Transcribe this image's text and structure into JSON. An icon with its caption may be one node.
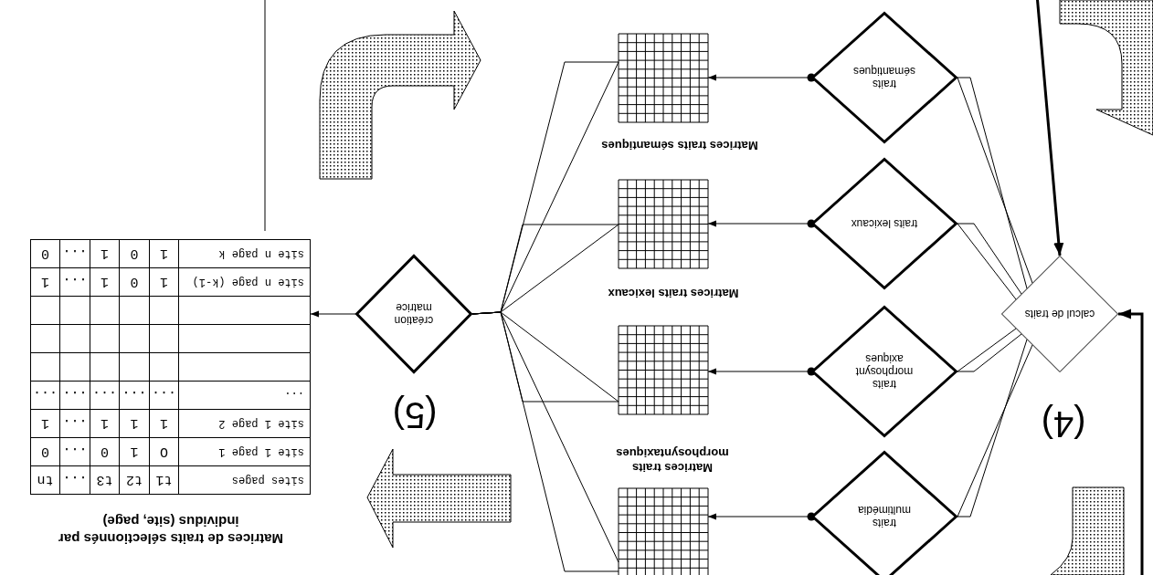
{
  "diagram": {
    "nodes": [
      {
        "text": [
          "calcul de traits"
        ]
      },
      {
        "text": [
          "traits multimédia"
        ]
      },
      {
        "text": [
          "traits morphosynt axiques"
        ]
      },
      {
        "text": [
          "traits lexicaux"
        ]
      },
      {
        "text": [
          "traits sémantiques"
        ]
      },
      {
        "text": [],
        "shape": "box"
      },
      {
        "text": [],
        "shape": "box"
      },
      {
        "text": [],
        "shape": "box"
      },
      {
        "text": [],
        "shape": "box"
      },
      {
        "text": [
          "création matrice"
        ]
      },
      {
        "text": [
          "Matrices de traits sélectionnés par individus (site, page)"
        ]
      }
    ],
    "edges": [
      {
        "from": 0,
        "to": 1,
        "arrow": "none"
      },
      {
        "from": 0,
        "to": 1,
        "arrow": "none"
      },
      {
        "from": 0,
        "to": 2,
        "arrow": "none"
      },
      {
        "from": 0,
        "to": 2,
        "arrow": "none"
      },
      {
        "from": 0,
        "to": 3,
        "arrow": "none"
      },
      {
        "from": 0,
        "to": 3,
        "arrow": "none"
      },
      {
        "from": 0,
        "to": 4,
        "arrow": "none"
      },
      {
        "from": 0,
        "to": 4,
        "arrow": "none"
      },
      {
        "from": 1,
        "to": 8,
        "arrow": "to"
      },
      {
        "from": 2,
        "to": 7,
        "arrow": "to"
      },
      {
        "from": 3,
        "to": 6,
        "arrow": "to"
      },
      {
        "from": 4,
        "to": 5,
        "arrow": "to"
      },
      {
        "from": 8,
        "to": 9,
        "arrow": "none"
      },
      {
        "from": 8,
        "to": 9,
        "arrow": "none"
      },
      {
        "from": 7,
        "to": 9,
        "arrow": "none"
      },
      {
        "from": 7,
        "to": 9,
        "arrow": "none"
      },
      {
        "from": 6,
        "to": 9,
        "arrow": "none"
      },
      {
        "from": 6,
        "to": 9,
        "arrow": "none"
      },
      {
        "from": 5,
        "to": 9,
        "arrow": "none"
      },
      {
        "from": 5,
        "to": 9,
        "arrow": "none"
      },
      {
        "from": 9,
        "to": 10,
        "arrow": "to"
      },
      {
        "from": null,
        "to": 0,
        "arrow": "to",
        "style": "thick"
      },
      {
        "from": null,
        "to": 0,
        "arrow": "to",
        "style": "thick"
      },
      {
        "from": 10,
        "to": null,
        "arrow": "none"
      }
    ],
    "labels": [
      "(4)",
      "Matrices traits morphosyntaxiques",
      "Matrices traits lexicaux",
      "Matrices traits sémantiques",
      "(5)",
      "sites pages",
      "t1",
      "t2",
      "t3",
      "...",
      "tn",
      "site 1 page 1",
      "O",
      "1",
      "0",
      "...",
      "0",
      "site 1 page 2",
      "1",
      "1",
      "1",
      "...",
      "1",
      "...",
      "...",
      "...",
      "...",
      "...",
      "...",
      "site n page (k-1)",
      "1",
      "0",
      "1",
      "...",
      "1",
      "site n page k",
      "1",
      "0",
      "1",
      "...",
      "0"
    ]
  }
}
